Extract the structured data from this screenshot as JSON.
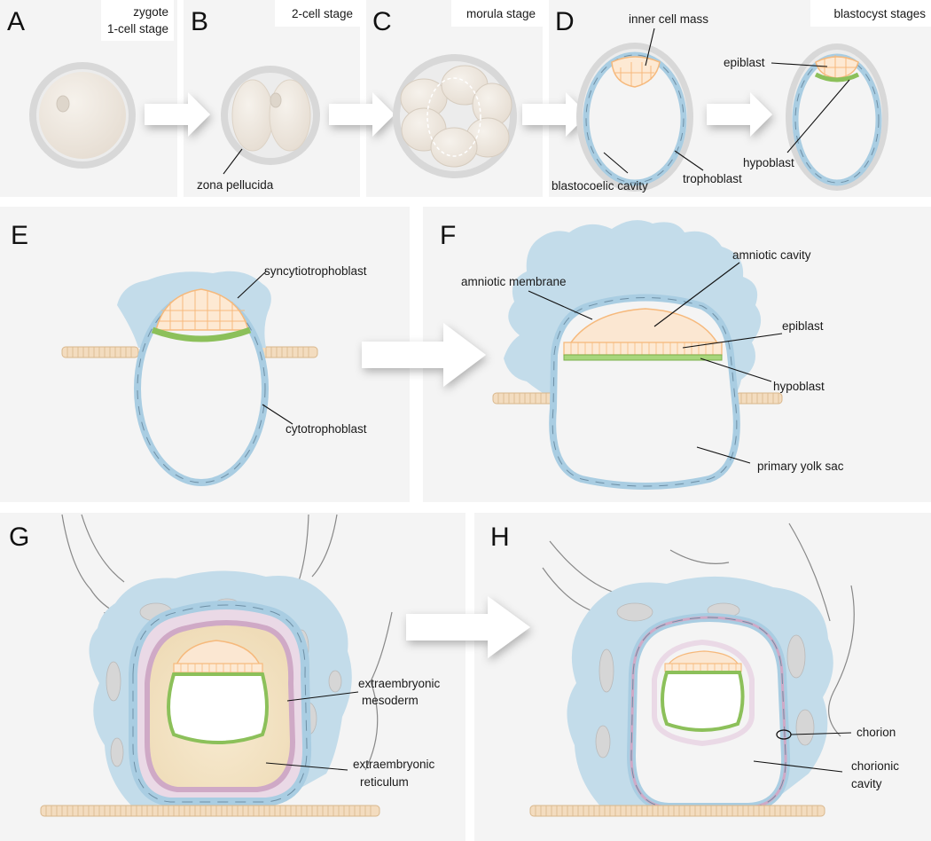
{
  "panels": {
    "A": {
      "letter": "A",
      "stage_line1": "zygote",
      "stage_line2": "1-cell stage"
    },
    "B": {
      "letter": "B",
      "stage": "2-cell stage",
      "labels": {
        "zona": "zona pellucida"
      }
    },
    "C": {
      "letter": "C",
      "stage": "morula stage"
    },
    "D": {
      "letter": "D",
      "stage": "blastocyst stages",
      "labels": {
        "icm": "inner cell mass",
        "epiblast": "epiblast",
        "hypoblast": "hypoblast",
        "blastocoel": "blastocoelic cavity",
        "trophoblast": "trophoblast"
      }
    },
    "E": {
      "letter": "E",
      "labels": {
        "syncytio": "syncytiotrophoblast",
        "cyto": "cytotrophoblast"
      }
    },
    "F": {
      "letter": "F",
      "labels": {
        "amniotic_cavity": "amniotic cavity",
        "amniotic_membrane": "amniotic membrane",
        "epiblast": "epiblast",
        "hypoblast": "hypoblast",
        "yolk": "primary yolk sac"
      }
    },
    "G": {
      "letter": "G",
      "labels": {
        "meso1": "extraembryonic",
        "meso2": "mesoderm",
        "ret1": "extraembryonic",
        "ret2": "reticulum"
      }
    },
    "H": {
      "letter": "H",
      "labels": {
        "chorion": "chorion",
        "cav1": "chorionic",
        "cav2": "cavity"
      }
    }
  },
  "colors": {
    "panel_bg": "#f4f4f4",
    "tropho_blue": "#a9cde2",
    "syncytium_blue": "#c3dcea",
    "epiblast_orange": "#f6b97c",
    "epiblast_fill": "#fde9d3",
    "hypoblast_green": "#8cc05a",
    "mesoderm_pink": "#ead9e6",
    "reticulum": "#f4e3c3",
    "zona_gray": "#d4d4d4",
    "cell_beige": "#f1ebe3",
    "arrow": "#ffffff"
  }
}
